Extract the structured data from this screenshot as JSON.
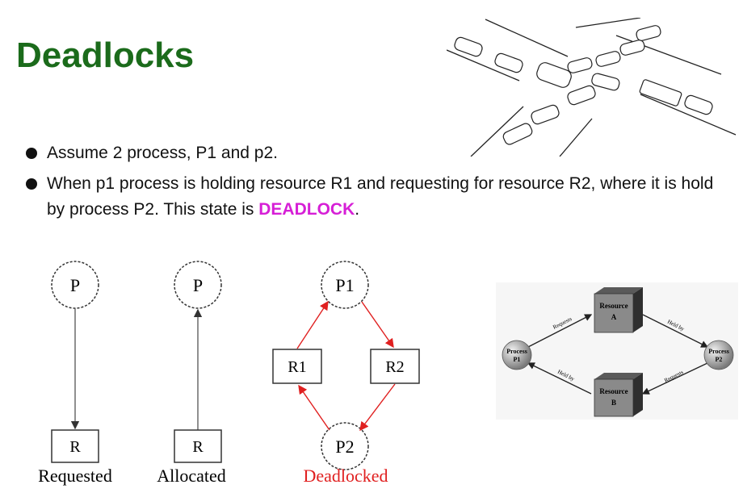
{
  "slide": {
    "title": "Deadlocks",
    "bullet1": "Assume 2 process, P1 and p2.",
    "bullet2_pre": "When p1 process is holding resource R1 and requesting for resource R2, where it is hold by process P2. This state is ",
    "bullet2_highlight": "DEADLOCK",
    "bullet2_post": "."
  },
  "diagram_requested": {
    "process": "P",
    "resource": "R",
    "caption": "Requested"
  },
  "diagram_allocated": {
    "process": "P",
    "resource": "R",
    "caption": "Allocated"
  },
  "diagram_deadlocked": {
    "p1": "P1",
    "p2": "P2",
    "r1": "R1",
    "r2": "R2",
    "caption": "Deadlocked"
  },
  "diagram_resources": {
    "process1": "Process\nP1",
    "process1_l1": "Process",
    "process1_l2": "P1",
    "process2_l1": "Process",
    "process2_l2": "P2",
    "resourceA_l1": "Resource",
    "resourceA_l2": "A",
    "resourceB_l1": "Resource",
    "resourceB_l2": "B",
    "requests1": "Requests",
    "heldby1": "Held by",
    "heldby2": "Held by",
    "requests2": "Requests"
  },
  "colors": {
    "title": "#1b6b1b",
    "highlight": "#d61fd6",
    "deadlock_arrows": "#e02020"
  }
}
